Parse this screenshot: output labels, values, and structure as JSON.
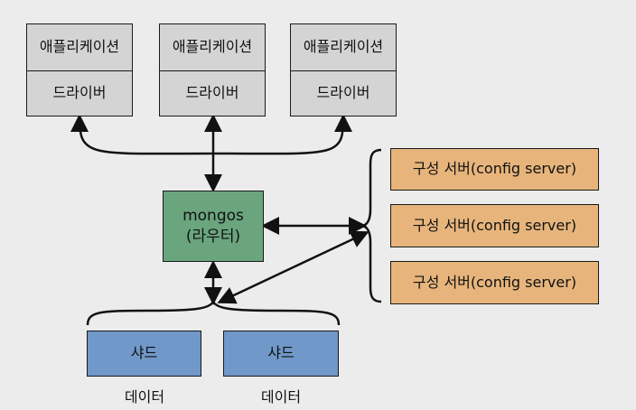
{
  "applications": [
    {
      "app_label": "애플리케이션",
      "driver_label": "드라이버"
    },
    {
      "app_label": "애플리케이션",
      "driver_label": "드라이버"
    },
    {
      "app_label": "애플리케이션",
      "driver_label": "드라이버"
    }
  ],
  "router": {
    "line1": "mongos",
    "line2": "(라우터)"
  },
  "config_servers": [
    {
      "label": "구성 서버(config server)"
    },
    {
      "label": "구성 서버(config server)"
    },
    {
      "label": "구성 서버(config server)"
    }
  ],
  "shards": [
    {
      "label": "샤드",
      "data_label": "데이터"
    },
    {
      "label": "샤드",
      "data_label": "데이터"
    }
  ],
  "colors": {
    "app_fill": "#d4d4d4",
    "router_fill": "#6aa57e",
    "config_fill": "#e7b57c",
    "shard_fill": "#7098c9",
    "line": "#111111"
  }
}
